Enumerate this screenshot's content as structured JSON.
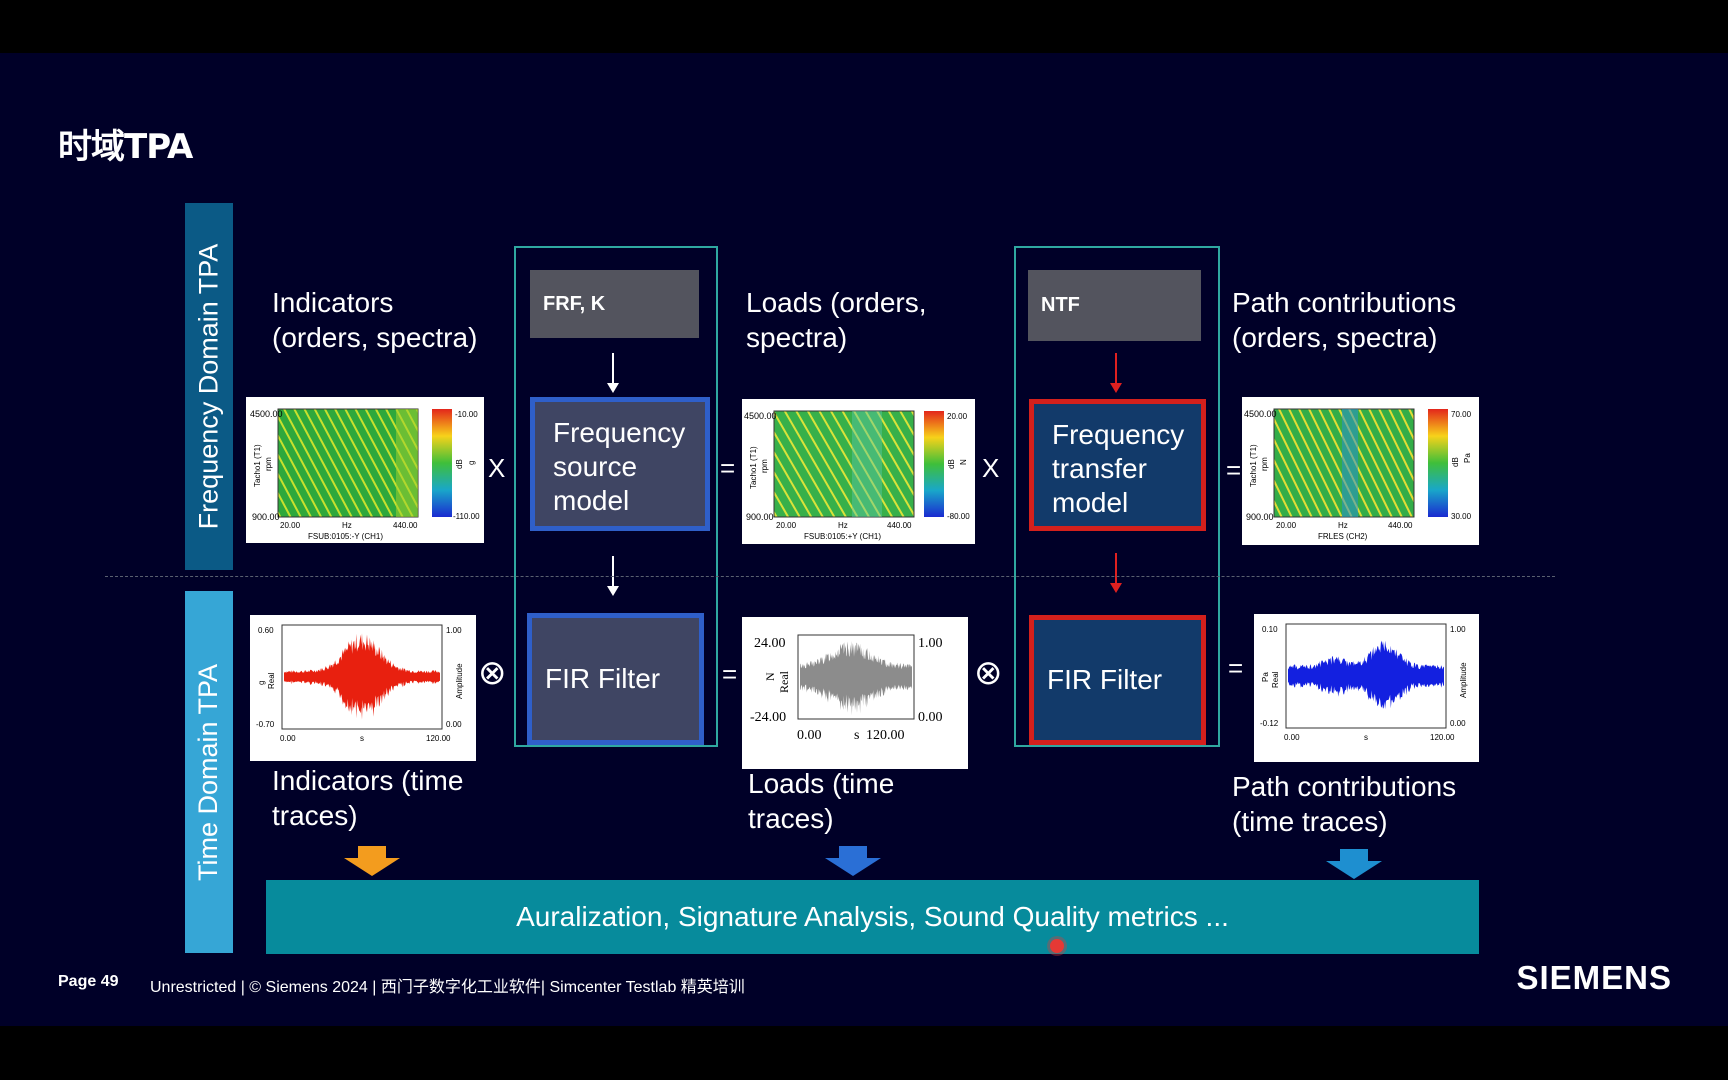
{
  "title": "时域TPA",
  "bars": {
    "frequency": "Frequency Domain TPA",
    "time": "Time Domain TPA"
  },
  "labels": {
    "indicators_freq": "Indicators\n(orders, spectra)",
    "loads_freq": "Loads (orders,\nspectra)",
    "paths_freq": "Path contributions\n(orders, spectra)",
    "indicators_time": "Indicators (time\ntraces)",
    "loads_time": "Loads (time\ntraces)",
    "paths_time": "Path contributions\n(time traces)"
  },
  "headers": {
    "frf": "FRF, K",
    "ntf": "NTF"
  },
  "models": {
    "freq_source": "Frequency\nsource\nmodel",
    "freq_transfer": "Frequency\ntransfer\nmodel",
    "fir_left": "FIR Filter",
    "fir_right": "FIR Filter"
  },
  "operators": {
    "times": "X",
    "equals": "=",
    "convolve": "⊗"
  },
  "plots": {
    "map1": {
      "ytop": "4500.00",
      "ybot": "900.00",
      "ylab": "Tacho1 (T1)",
      "yunit": "rpm",
      "xleft": "20.00",
      "xmid": "Hz",
      "xright": "440.00",
      "xlab": "FSUB:0105:-Y (CH1)",
      "ctop": "-10.00",
      "cbot": "-110.00",
      "cunit": "dB",
      "cunit2": "g"
    },
    "map2": {
      "ytop": "4500.00",
      "ybot": "900.00",
      "ylab": "Tacho1 (T1)",
      "yunit": "rpm",
      "xleft": "20.00",
      "xmid": "Hz",
      "xright": "440.00",
      "xlab": "FSUB:0105:+Y (CH1)",
      "ctop": "20.00",
      "cbot": "-80.00",
      "cunit": "dB",
      "cunit2": "N"
    },
    "map3": {
      "ytop": "4500.00",
      "ybot": "900.00",
      "ylab": "Tacho1 (T1)",
      "yunit": "rpm",
      "xleft": "20.00",
      "xmid": "Hz",
      "xright": "440.00",
      "xlab": "FRLES (CH2)",
      "ctop": "70.00",
      "cbot": "30.00",
      "cunit": "dB",
      "cunit2": "Pa"
    },
    "trace1": {
      "ytop": "0.60",
      "ybot": "-0.70",
      "ylab": "Real",
      "yunit": "g",
      "rtop": "1.00",
      "rbot": "0.00",
      "rlab": "Amplitude",
      "xleft": "0.00",
      "xmid": "s",
      "xright": "120.00"
    },
    "trace2": {
      "ytop": "24.00",
      "ybot": "-24.00",
      "ylab": "Real",
      "yunit": "N",
      "rtop": "1.00",
      "rbot": "0.00",
      "xleft": "0.00",
      "xmid": "s",
      "xright": "120.00"
    },
    "trace3": {
      "ytop": "0.10",
      "ybot": "-0.12",
      "ylab": "Real",
      "yunit": "Pa",
      "rtop": "1.00",
      "rbot": "0.00",
      "rlab": "Amplitude",
      "xleft": "0.00",
      "xmid": "s",
      "xright": "120.00"
    }
  },
  "bottom_bar": "Auralization, Signature Analysis, Sound Quality metrics ...",
  "footer": {
    "page": "Page 49",
    "text": "Unrestricted | © Siemens 2024 | 西门子数字化工业软件| Simcenter Testlab 精英培训",
    "brand": "SIEMENS"
  },
  "colors": {
    "slide_bg": "#000028",
    "teal_frame": "#2fa8a0",
    "blue_model": "#2f5fc9",
    "red_model": "#d4201c",
    "bottom_bar": "#078b9c",
    "arrow_orange": "#f39c1e",
    "arrow_blue": "#2a6fd6",
    "arrow_cyan": "#1e8fd0"
  }
}
